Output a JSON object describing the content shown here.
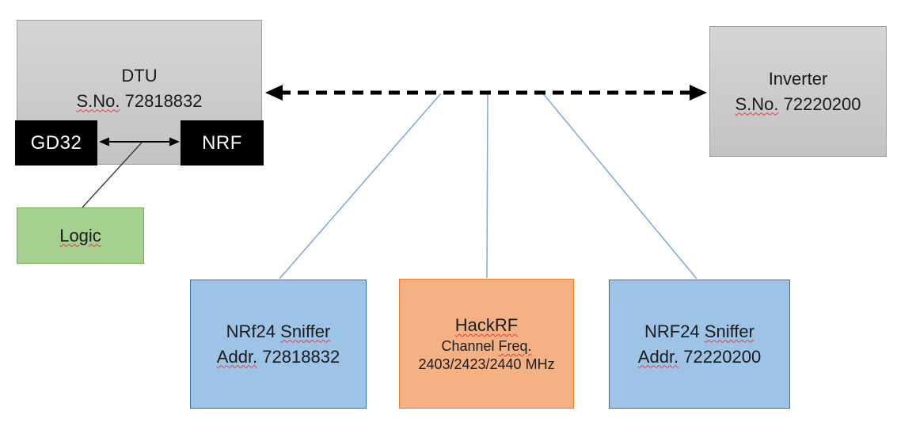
{
  "boxes": {
    "dtu": {
      "title": "DTU",
      "serial_label": "S.No.",
      "serial_number": "72818832"
    },
    "chips": {
      "gd32": "GD32",
      "nrf": "NRF"
    },
    "logic": {
      "label": "Logic"
    },
    "inverter": {
      "title": "Inverter",
      "serial_label": "S.No.",
      "serial_number": "72220200"
    },
    "sniffer_left": {
      "brand": "NRf24",
      "type": "Sniffer",
      "addr_label": "Addr.",
      "addr_number": "72818832"
    },
    "hackrf": {
      "title": "HackRF",
      "channel_word": "Channel",
      "freq_word": "Freq.",
      "frequencies": "2403/2423/2440 MHz"
    },
    "sniffer_right": {
      "brand": "NRF24",
      "type": "Sniffer",
      "addr_label": "Addr.",
      "addr_number": "72220200"
    }
  },
  "colors": {
    "blue_fill": "#9DC3E6",
    "blue_border": "#2E75B6",
    "orange_fill": "#F4B183",
    "orange_border": "#ED7D31",
    "green_fill": "#A5D08F",
    "green_border": "#6FAD47",
    "gray_fill_top": "#d5d5d5",
    "gray_fill_bot": "#c3c3c3",
    "gray_border": "#a0a0a0",
    "connector_blue": "#7EA6D8",
    "line_black": "#000000",
    "squiggle": "#e33b3b",
    "text": "#1a1a1a"
  }
}
